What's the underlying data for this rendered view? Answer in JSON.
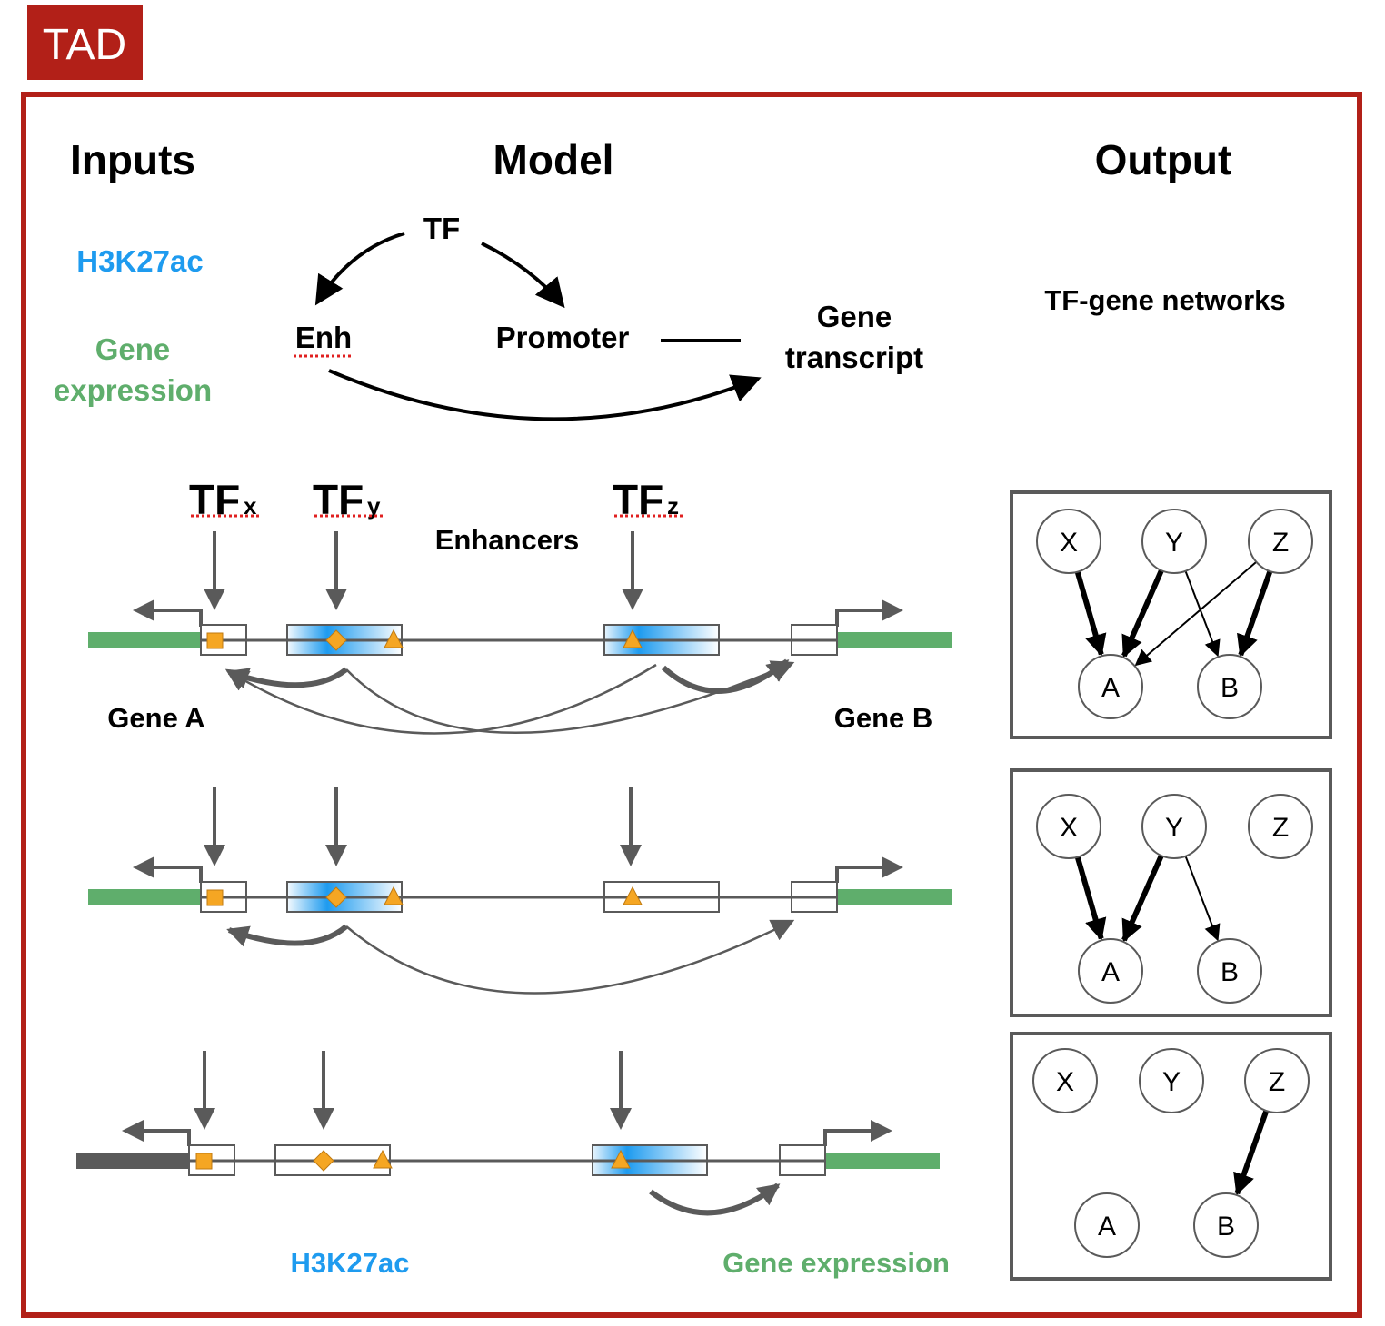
{
  "colors": {
    "tad_red": "#b22018",
    "h3k27ac_blue": "#1e9bef",
    "gene_green": "#5fae6c",
    "dna_gray": "#5a5a5a",
    "motif_orange": "#f5a623"
  },
  "tad_label": "TAD",
  "headers": {
    "inputs": "Inputs",
    "model": "Model",
    "output": "Output"
  },
  "inputs": {
    "h3k27ac": "H3K27ac",
    "gene_line1": "Gene",
    "gene_line2": "expression"
  },
  "model": {
    "tf": "TF",
    "enh": "Enh",
    "promoter": "Promoter",
    "gene_transcript_line1": "Gene",
    "gene_transcript_line2": "transcript"
  },
  "output": {
    "networks": "TF-gene networks"
  },
  "tracks": {
    "tf_letters": "TF",
    "tf_x_sub": "x",
    "tf_y_sub": "y",
    "tf_z_sub": "z",
    "enhancers": "Enhancers",
    "gene_a": "Gene A",
    "gene_b": "Gene B",
    "bottom_h3k27ac": "H3K27ac",
    "bottom_gene_expression": "Gene expression"
  },
  "networks": [
    {
      "nodes": [
        "X",
        "Y",
        "Z",
        "A",
        "B"
      ],
      "edges": [
        {
          "from": "X",
          "to": "A",
          "weight": "strong"
        },
        {
          "from": "Y",
          "to": "A",
          "weight": "strong"
        },
        {
          "from": "Y",
          "to": "B",
          "weight": "weak"
        },
        {
          "from": "Z",
          "to": "A",
          "weight": "weak"
        },
        {
          "from": "Z",
          "to": "B",
          "weight": "strong"
        }
      ]
    },
    {
      "nodes": [
        "X",
        "Y",
        "Z",
        "A",
        "B"
      ],
      "edges": [
        {
          "from": "X",
          "to": "A",
          "weight": "strong"
        },
        {
          "from": "Y",
          "to": "A",
          "weight": "strong"
        },
        {
          "from": "Y",
          "to": "B",
          "weight": "weak"
        }
      ]
    },
    {
      "nodes": [
        "X",
        "Y",
        "Z",
        "A",
        "B"
      ],
      "edges": [
        {
          "from": "Z",
          "to": "B",
          "weight": "strong"
        }
      ]
    }
  ]
}
